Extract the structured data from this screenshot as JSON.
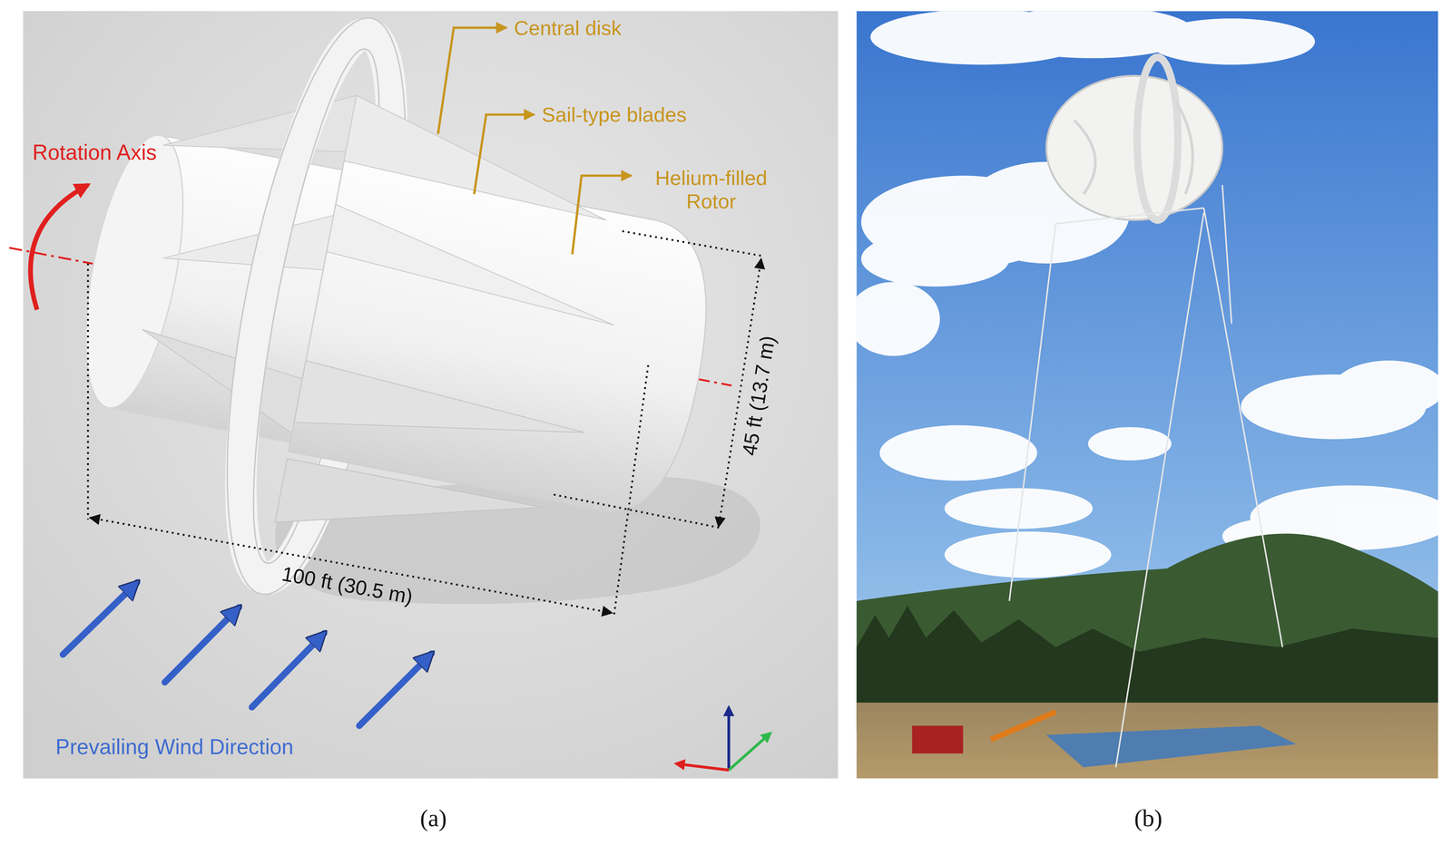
{
  "diagram": {
    "labels": [
      "Central disk",
      "Sail-type blades",
      "Helium-filled Rotor",
      "Rotation Axis",
      "45 ft (13.7 m)",
      "100 ft (30.5 m)",
      "Prevailing Wind Direction",
      "(a)",
      "(b)"
    ]
  }
}
